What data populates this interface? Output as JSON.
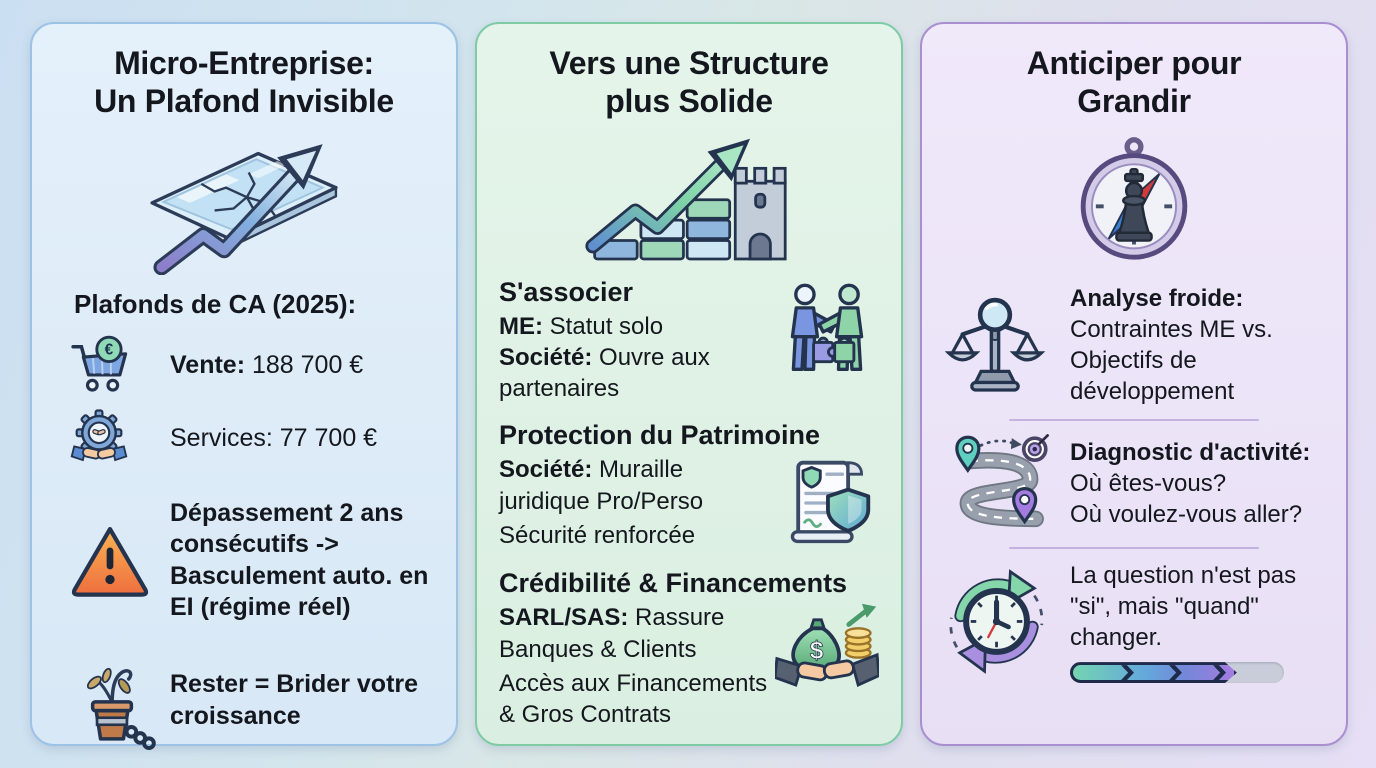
{
  "glyphs": {
    "euro": "€",
    "dollar": "$"
  },
  "colors": {
    "text": "#14171d",
    "panel1_bg": "#dcebf8",
    "panel1_border": "#9cc2e5",
    "panel2_bg": "#def1e4",
    "panel2_border": "#7ecba4",
    "panel3_bg": "#ece5f8",
    "panel3_border": "#a98fd0",
    "warning_orange": "#f08048",
    "progress_track": "#c9cdd9",
    "progress_gradient": [
      "#74d4b0",
      "#64a8dc",
      "#7487d8",
      "#a47ce0"
    ]
  },
  "p1": {
    "title1": "Micro-Entreprise:",
    "title2": "Un Plafond Invisible",
    "hero_icon": "glass-ceiling-growth-arrow-icon",
    "heading": "Plafonds de CA (2025):",
    "vente": {
      "icon": "shopping-cart-euro-icon",
      "label": "Vente:",
      "value": " 188 700 €"
    },
    "services": {
      "icon": "gear-handshake-icon",
      "text": "Services: 77 700 €"
    },
    "warning": {
      "icon": "warning-triangle-icon",
      "text": "Dépassement 2 ans consécutifs -> Basculement auto. en EI (régime réel)"
    },
    "rester": {
      "icon": "wilted-plant-chain-icon",
      "text": "Rester = Brider votre croissance"
    }
  },
  "p2": {
    "title1": "Vers une Structure",
    "title2": "plus Solide",
    "hero_icon": "growth-arrow-castle-icon",
    "sections": [
      {
        "heading": "S'associer",
        "icon": "partners-handshake-puzzle-icon",
        "l1_label": "ME:",
        "l1_text": " Statut solo",
        "l2_label": "Société:",
        "l2_text": " Ouvre aux partenaires"
      },
      {
        "heading": "Protection du Patrimoine",
        "icon": "contract-shield-icon",
        "l1_label": "Société:",
        "l1_text": " Muraille juridique Pro/Perso",
        "l2_text": "Sécurité renforcée"
      },
      {
        "heading": "Crédibilité & Financements",
        "icon": "moneybag-handshake-icon",
        "l1_label": "SARL/SAS:",
        "l1_text": " Rassure Banques & Clients",
        "l2_text": "Accès aux Financements & Gros Contrats"
      }
    ]
  },
  "p3": {
    "title1": "Anticiper pour",
    "title2": "Grandir",
    "hero_icon": "compass-chess-king-icon",
    "rows": [
      {
        "icon": "scale-magnifier-icon",
        "label": "Analyse froide:",
        "text": "Contraintes ME vs. Objectifs de développement"
      },
      {
        "icon": "roadmap-pins-target-icon",
        "label": "Diagnostic d'activité:",
        "line1": "Où êtes-vous?",
        "line2": "Où voulez-vous aller?"
      },
      {
        "icon": "clock-cycle-icon",
        "text": "La question n'est pas \"si\", mais \"quand\" changer.",
        "progress_percent": 78
      }
    ]
  }
}
